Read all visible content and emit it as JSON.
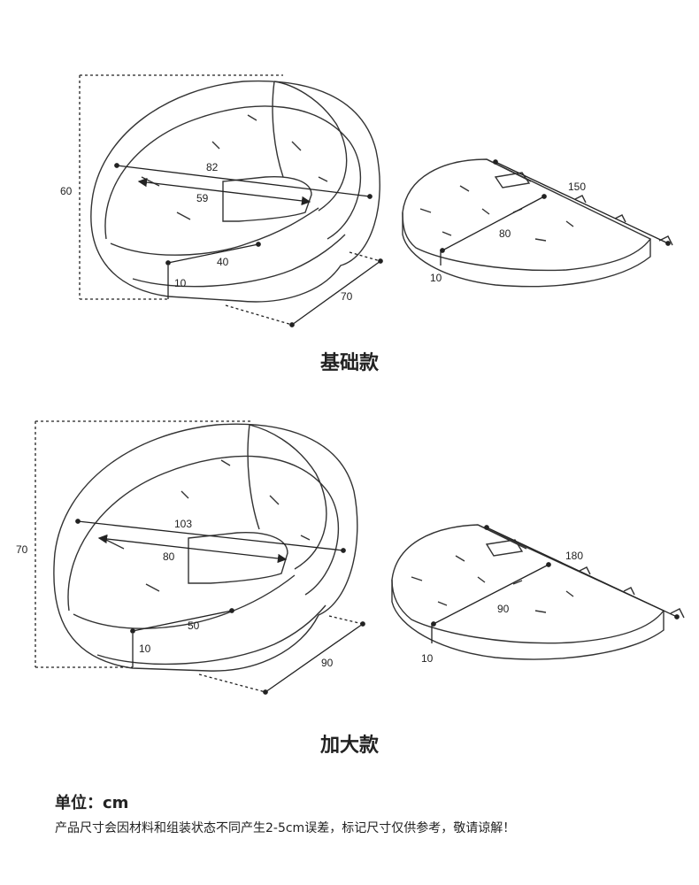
{
  "basic": {
    "title": "基础款",
    "chair": {
      "height": "60",
      "width_outer": "82",
      "width_inner": "59",
      "seat_depth": "40",
      "base_height": "10",
      "depth": "70"
    },
    "cushion": {
      "length": "150",
      "width": "80",
      "thickness": "10"
    }
  },
  "large": {
    "title": "加大款",
    "chair": {
      "height": "70",
      "width_outer": "103",
      "width_inner": "80",
      "seat_depth": "50",
      "base_height": "10",
      "depth": "90"
    },
    "cushion": {
      "length": "180",
      "width": "90",
      "thickness": "10"
    }
  },
  "notes": {
    "unit": "单位：cm",
    "disclaimer": "产品尺寸会因材料和组装状态不同产生2-5cm误差，标记尺寸仅供参考，敬请谅解！"
  }
}
